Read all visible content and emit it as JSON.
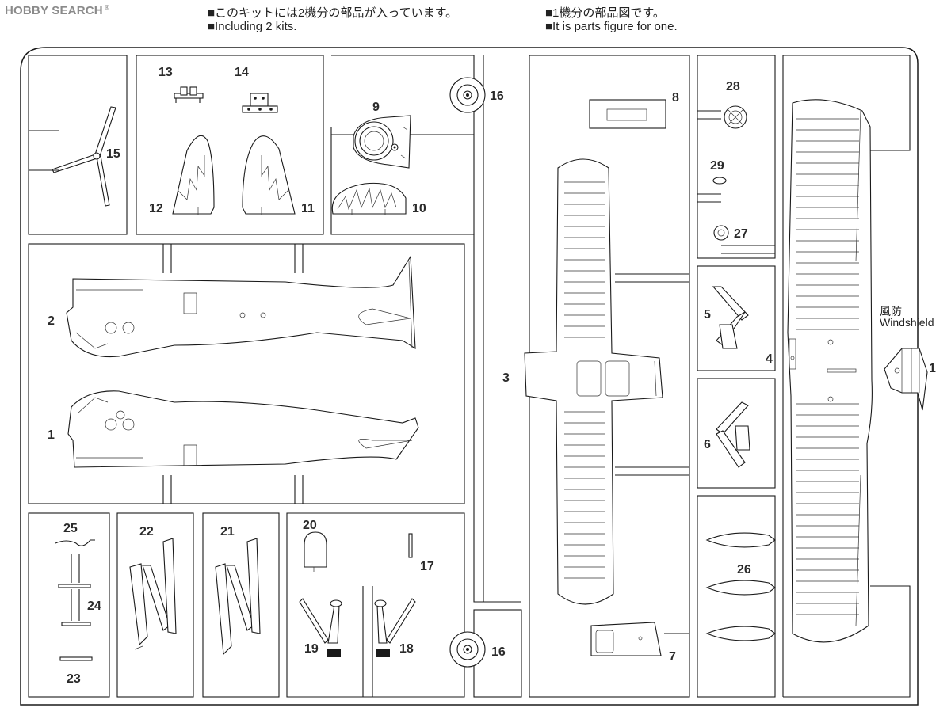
{
  "watermark": {
    "text": "HOBBY SEARCH",
    "reg_mark": "®"
  },
  "notes": {
    "kits_jp": "■このキットには2機分の部品が入っています。",
    "kits_en": "■Including 2 kits.",
    "figure_jp": "■1機分の部品図です。",
    "figure_en": "■It is parts figure for one."
  },
  "parts": {
    "p1": "1",
    "p1b": "1",
    "p2": "2",
    "p3": "3",
    "p4": "4",
    "p5": "5",
    "p6": "6",
    "p7": "7",
    "p8": "8",
    "p9": "9",
    "p10": "10",
    "p11": "11",
    "p12": "12",
    "p13": "13",
    "p14": "14",
    "p15": "15",
    "p16a": "16",
    "p16b": "16",
    "p17": "17",
    "p18": "18",
    "p19": "19",
    "p20": "20",
    "p21": "21",
    "p22": "22",
    "p23": "23",
    "p24": "24",
    "p25": "25",
    "p26": "26",
    "p27": "27",
    "p28": "28",
    "p29": "29"
  },
  "windshield": {
    "label_jp": "風防",
    "label_en": "Windshield"
  },
  "colors": {
    "line": "#1a1a1a",
    "watermark": "#8a8a8a",
    "text": "#222222"
  }
}
